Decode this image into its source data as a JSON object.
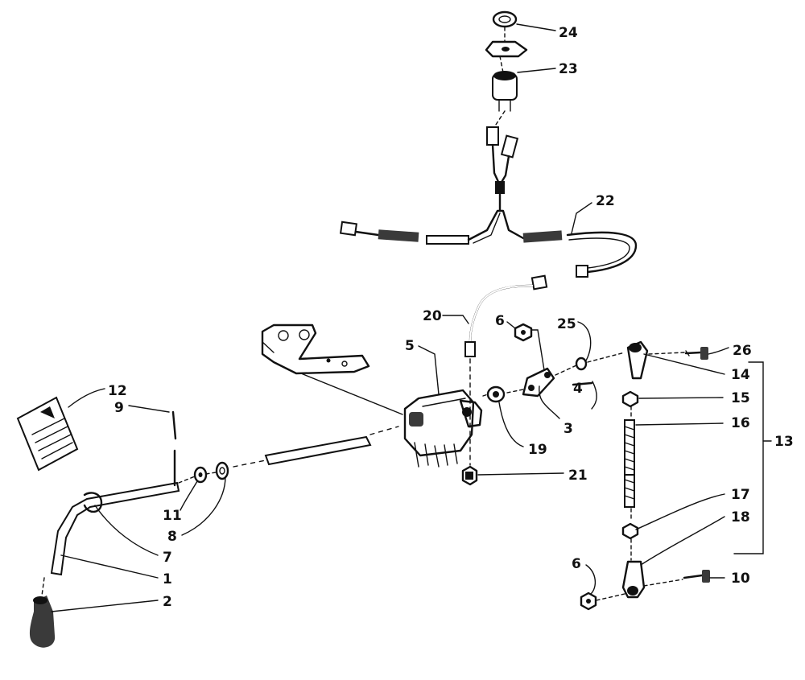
{
  "callouts": [
    {
      "id": "c1",
      "label": "1"
    },
    {
      "id": "c2",
      "label": "2"
    },
    {
      "id": "c3",
      "label": "3"
    },
    {
      "id": "c4",
      "label": "4"
    },
    {
      "id": "c5",
      "label": "5"
    },
    {
      "id": "c6a",
      "label": "6"
    },
    {
      "id": "c6b",
      "label": "6"
    },
    {
      "id": "c7",
      "label": "7"
    },
    {
      "id": "c8",
      "label": "8"
    },
    {
      "id": "c9",
      "label": "9"
    },
    {
      "id": "c10",
      "label": "10"
    },
    {
      "id": "c11",
      "label": "11"
    },
    {
      "id": "c12",
      "label": "12"
    },
    {
      "id": "c13",
      "label": "13"
    },
    {
      "id": "c14",
      "label": "14"
    },
    {
      "id": "c15",
      "label": "15"
    },
    {
      "id": "c16",
      "label": "16"
    },
    {
      "id": "c17",
      "label": "17"
    },
    {
      "id": "c18",
      "label": "18"
    },
    {
      "id": "c19",
      "label": "19"
    },
    {
      "id": "c20",
      "label": "20"
    },
    {
      "id": "c21",
      "label": "21"
    },
    {
      "id": "c22",
      "label": "22"
    },
    {
      "id": "c23",
      "label": "23"
    },
    {
      "id": "c24",
      "label": "24"
    },
    {
      "id": "c25",
      "label": "25"
    },
    {
      "id": "c26",
      "label": "26"
    }
  ]
}
